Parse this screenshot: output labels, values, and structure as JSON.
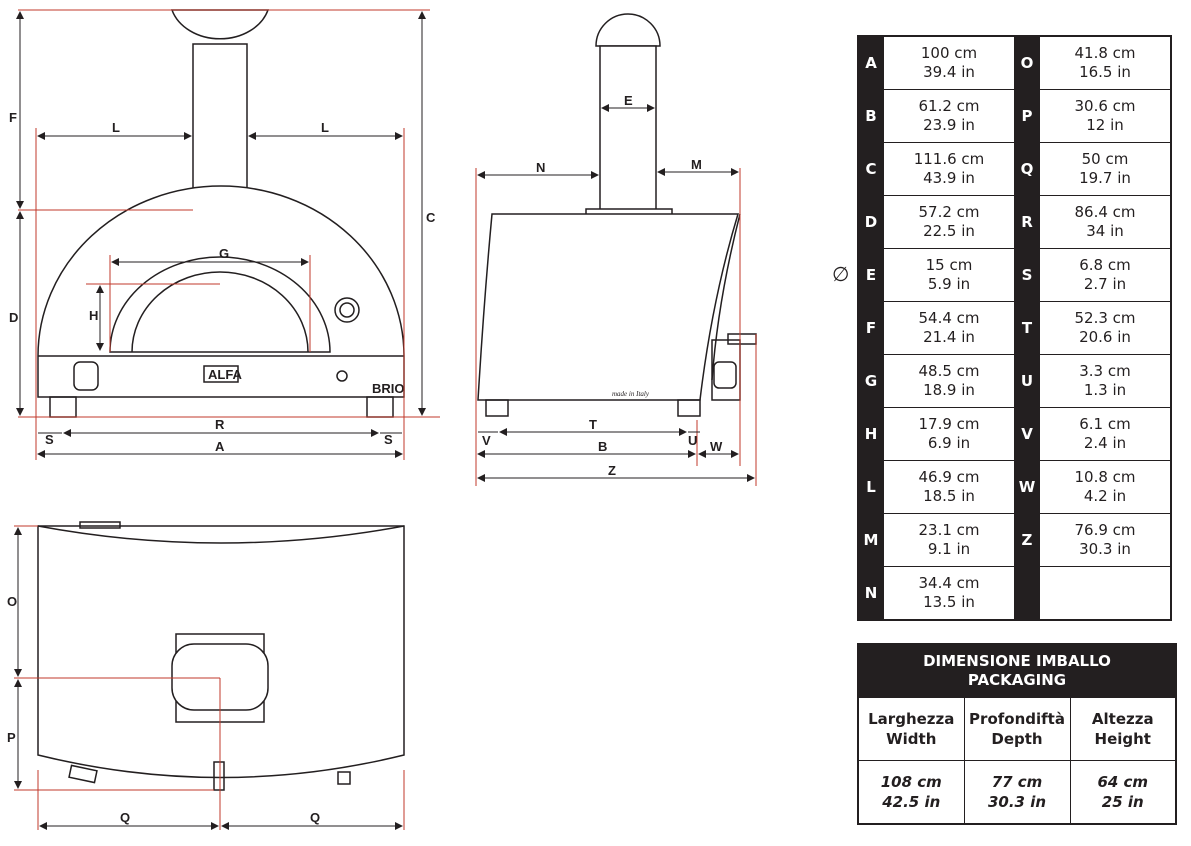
{
  "diameter_symbol": "∅",
  "drawing_labels": {
    "A": "A",
    "B": "B",
    "C": "C",
    "D": "D",
    "E": "E",
    "F": "F",
    "G": "G",
    "H": "H",
    "L": "L",
    "M": "M",
    "N": "N",
    "O": "O",
    "P": "P",
    "Q": "Q",
    "R": "R",
    "S": "S",
    "T": "T",
    "U": "U",
    "V": "V",
    "W": "W",
    "Z": "Z",
    "brand": "ALFA",
    "model": "BRIO",
    "made_in": "made in Italy"
  },
  "dimensions": [
    {
      "key": "A",
      "cm": "100 cm",
      "in": "39.4 in"
    },
    {
      "key": "B",
      "cm": "61.2 cm",
      "in": "23.9 in"
    },
    {
      "key": "C",
      "cm": "111.6 cm",
      "in": "43.9 in"
    },
    {
      "key": "D",
      "cm": "57.2 cm",
      "in": "22.5 in"
    },
    {
      "key": "E",
      "cm": "15 cm",
      "in": "5.9 in"
    },
    {
      "key": "F",
      "cm": "54.4 cm",
      "in": "21.4 in"
    },
    {
      "key": "G",
      "cm": "48.5 cm",
      "in": "18.9 in"
    },
    {
      "key": "H",
      "cm": "17.9 cm",
      "in": "6.9 in"
    },
    {
      "key": "L",
      "cm": "46.9 cm",
      "in": "18.5 in"
    },
    {
      "key": "M",
      "cm": "23.1 cm",
      "in": "9.1 in"
    },
    {
      "key": "N",
      "cm": "34.4 cm",
      "in": "13.5 in"
    },
    {
      "key": "O",
      "cm": "41.8 cm",
      "in": "16.5 in"
    },
    {
      "key": "P",
      "cm": "30.6 cm",
      "in": "12 in"
    },
    {
      "key": "Q",
      "cm": "50 cm",
      "in": "19.7 in"
    },
    {
      "key": "R",
      "cm": "86.4 cm",
      "in": "34 in"
    },
    {
      "key": "S",
      "cm": "6.8 cm",
      "in": "2.7 in"
    },
    {
      "key": "T",
      "cm": "52.3 cm",
      "in": "20.6 in"
    },
    {
      "key": "U",
      "cm": "3.3 cm",
      "in": "1.3 in"
    },
    {
      "key": "V",
      "cm": "6.1 cm",
      "in": "2.4 in"
    },
    {
      "key": "W",
      "cm": "10.8 cm",
      "in": "4.2 in"
    },
    {
      "key": "Z",
      "cm": "76.9 cm",
      "in": "30.3 in"
    }
  ],
  "packaging": {
    "title_it": "DIMENSIONE IMBALLO",
    "title_en": "PACKAGING",
    "columns": [
      {
        "it": "Larghezza",
        "en": "Width",
        "cm": "108 cm",
        "in": "42.5 in"
      },
      {
        "it": "Profondiftà",
        "en": "Depth",
        "cm": "77 cm",
        "in": "30.3 in"
      },
      {
        "it": "Altezza",
        "en": "Height",
        "cm": "64 cm",
        "in": "25 in"
      }
    ]
  },
  "colors": {
    "line": "#231f20",
    "dimension": "#c0392b"
  }
}
